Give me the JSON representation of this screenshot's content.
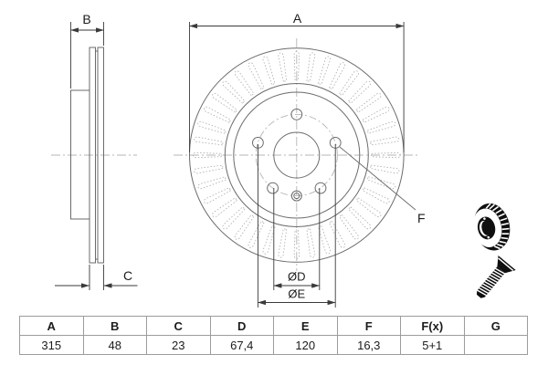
{
  "drawing": {
    "type_note": "brake disc technical drawing",
    "label_a": "A",
    "label_b": "B",
    "label_c": "C",
    "label_f": "F",
    "label_diameter_d": "ØD",
    "label_diameter_e": "ØE"
  },
  "table": {
    "columns": [
      {
        "label": "A",
        "value": "315"
      },
      {
        "label": "B",
        "value": "48"
      },
      {
        "label": "C",
        "value": "23"
      },
      {
        "label": "D",
        "value": "67,4"
      },
      {
        "label": "E",
        "value": "120"
      },
      {
        "label": "F",
        "value": "16,3"
      },
      {
        "label": "F(x)",
        "value": "5+1"
      },
      {
        "label": "G",
        "value": ""
      }
    ]
  },
  "icons": {
    "disc": "brake-disc-icon",
    "screw": "countersunk-screw-icon"
  },
  "colors": {
    "outline": "#6b6b6b",
    "dimension": "#3a3a3a",
    "centerline": "#b5b5b5",
    "vent_slot": "#a9a9a9",
    "pictogram": "#0f0f0f",
    "table_border": "#9c9c9c",
    "text": "#1c1c1c"
  }
}
